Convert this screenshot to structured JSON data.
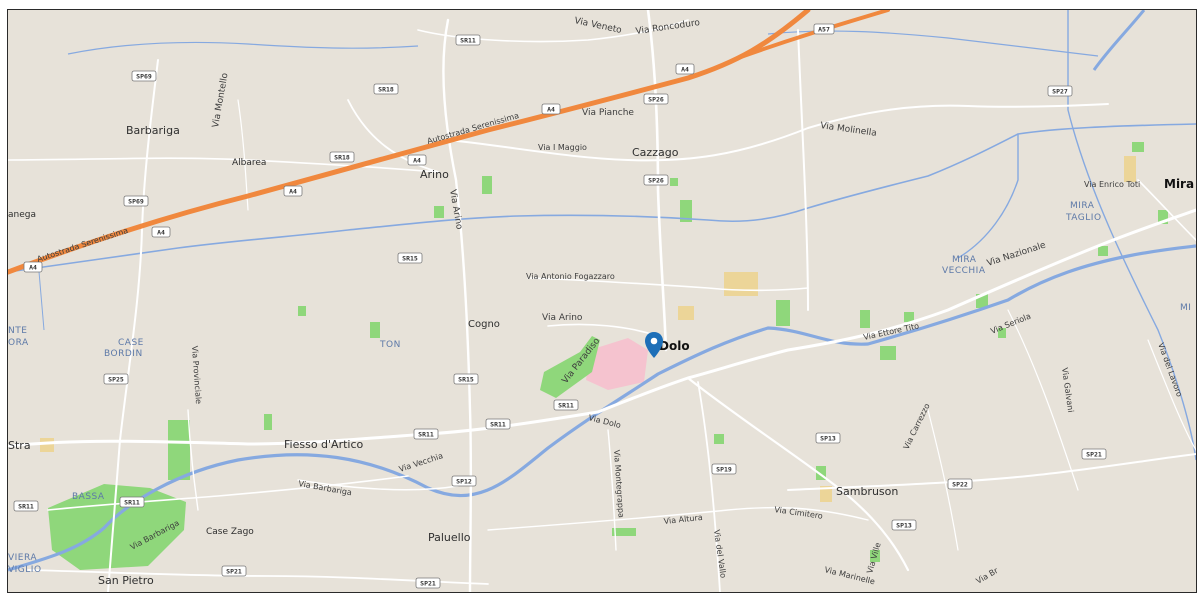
{
  "colors": {
    "land": "#e7e2d9",
    "minor_road": "#ffffff",
    "motorway": "#f0883e",
    "river": "#86a9e0",
    "park": "#8fd77b",
    "commercial": "#ecd598",
    "hospital": "#f5c3cf",
    "pin": "#1d6fb8"
  },
  "marker": {
    "name": "Dolo",
    "icon": "map-pin-icon"
  },
  "towns": [
    {
      "id": "barbariga",
      "label": "Barbariga"
    },
    {
      "id": "albarea",
      "label": "Albarea"
    },
    {
      "id": "arino",
      "label": "Arino"
    },
    {
      "id": "cazzago",
      "label": "Cazzago"
    },
    {
      "id": "cogno",
      "label": "Cogno"
    },
    {
      "id": "dolo",
      "label": "Dolo"
    },
    {
      "id": "mira",
      "label": "Mira"
    },
    {
      "id": "fiesso",
      "label": "Fiesso d'Artico"
    },
    {
      "id": "paluello",
      "label": "Paluello"
    },
    {
      "id": "sambruson",
      "label": "Sambruson"
    },
    {
      "id": "san-pietro",
      "label": "San Pietro"
    },
    {
      "id": "case-zago",
      "label": "Case Zago"
    },
    {
      "id": "stra",
      "label": "Stra"
    },
    {
      "id": "anega",
      "label": "anega"
    }
  ],
  "locality_labels": [
    {
      "id": "case-bordin-1",
      "label": "CASE"
    },
    {
      "id": "case-bordin-2",
      "label": "BORDIN"
    },
    {
      "id": "ton",
      "label": "TON"
    },
    {
      "id": "mira-taglio-1",
      "label": "MIRA"
    },
    {
      "id": "mira-taglio-2",
      "label": "TAGLIO"
    },
    {
      "id": "mira-vecchia-1",
      "label": "MIRA"
    },
    {
      "id": "mira-vecchia-2",
      "label": "VECCHIA"
    },
    {
      "id": "bassa",
      "label": "BASSA"
    },
    {
      "id": "riviera-1",
      "label": "VIERA"
    },
    {
      "id": "riviera-2",
      "label": "VIGLIO"
    },
    {
      "id": "nte-1",
      "label": "NTE"
    },
    {
      "id": "nte-2",
      "label": "ORA"
    },
    {
      "id": "mi",
      "label": "MI"
    }
  ],
  "street_labels": [
    {
      "id": "via-veneto",
      "label": "Via Veneto"
    },
    {
      "id": "via-roncoduro",
      "label": "Via Roncoduro"
    },
    {
      "id": "via-pianche",
      "label": "Via Pianche"
    },
    {
      "id": "via-i-maggio",
      "label": "Via I Maggio"
    },
    {
      "id": "via-molinella",
      "label": "Via Molinella"
    },
    {
      "id": "via-montello",
      "label": "Via Montello"
    },
    {
      "id": "via-arino-v",
      "label": "Via Arino"
    },
    {
      "id": "via-arino-h",
      "label": "Via Arino"
    },
    {
      "id": "via-fogazzaro",
      "label": "Via Antonio Fogazzaro"
    },
    {
      "id": "via-nazionale",
      "label": "Via Nazionale"
    },
    {
      "id": "via-enrico-toti",
      "label": "Via Enrico Toti"
    },
    {
      "id": "via-ettore-tito",
      "label": "Via Ettore Tito"
    },
    {
      "id": "via-seriola",
      "label": "Via Seriola"
    },
    {
      "id": "via-paradiso",
      "label": "Via Paradiso"
    },
    {
      "id": "via-dolo",
      "label": "Via Dolo"
    },
    {
      "id": "via-provinciale",
      "label": "Via Provinciale"
    },
    {
      "id": "via-vecchia",
      "label": "Via Vecchia"
    },
    {
      "id": "via-barbariga-1",
      "label": "Via Barbariga"
    },
    {
      "id": "via-barbariga-2",
      "label": "Via Barbariga"
    },
    {
      "id": "via-montegrappa",
      "label": "Via Montegrappa"
    },
    {
      "id": "via-altura",
      "label": "Via Altura"
    },
    {
      "id": "via-cimitero",
      "label": "Via Cimitero"
    },
    {
      "id": "via-del-vallo",
      "label": "Via del Vallo"
    },
    {
      "id": "via-marinelle",
      "label": "Via Marinelle"
    },
    {
      "id": "via-galvani",
      "label": "Via Galvani"
    },
    {
      "id": "via-del-lavoro",
      "label": "Via del Lavoro"
    },
    {
      "id": "via-carrezzo",
      "label": "Via Carrezzo"
    },
    {
      "id": "via-ville",
      "label": "Via Ville"
    },
    {
      "id": "via-br",
      "label": "Via Br"
    },
    {
      "id": "autostrada-1",
      "label": "Autostrada Serenissima"
    },
    {
      "id": "autostrada-2",
      "label": "Autostrada Serenissima"
    }
  ],
  "shields": [
    {
      "id": "sp69a",
      "label": "SP69"
    },
    {
      "id": "sr11a",
      "label": "SR11"
    },
    {
      "id": "sr18a",
      "label": "SR18"
    },
    {
      "id": "sr18b",
      "label": "SR18"
    },
    {
      "id": "a4a",
      "label": "A4"
    },
    {
      "id": "a4b",
      "label": "A4"
    },
    {
      "id": "a4c",
      "label": "A4"
    },
    {
      "id": "a4d",
      "label": "A4"
    },
    {
      "id": "a4e",
      "label": "A4"
    },
    {
      "id": "a4f",
      "label": "A4"
    },
    {
      "id": "a57",
      "label": "A57"
    },
    {
      "id": "sp26a",
      "label": "SP26"
    },
    {
      "id": "sp26b",
      "label": "SP26"
    },
    {
      "id": "sp27",
      "label": "SP27"
    },
    {
      "id": "sp69b",
      "label": "SP69"
    },
    {
      "id": "sr15a",
      "label": "SR15"
    },
    {
      "id": "sr15b",
      "label": "SR15"
    },
    {
      "id": "sr11b",
      "label": "SR11"
    },
    {
      "id": "sr11c",
      "label": "SR11"
    },
    {
      "id": "sr11d",
      "label": "SR11"
    },
    {
      "id": "sr11e",
      "label": "SR11"
    },
    {
      "id": "sr11f",
      "label": "SR11"
    },
    {
      "id": "sp25",
      "label": "SP25"
    },
    {
      "id": "sp12",
      "label": "SP12"
    },
    {
      "id": "sp19",
      "label": "SP19"
    },
    {
      "id": "sp13a",
      "label": "SP13"
    },
    {
      "id": "sp13b",
      "label": "SP13"
    },
    {
      "id": "sp22",
      "label": "SP22"
    },
    {
      "id": "sp21a",
      "label": "SP21"
    },
    {
      "id": "sp21b",
      "label": "SP21"
    },
    {
      "id": "sp21c",
      "label": "SP21"
    }
  ]
}
